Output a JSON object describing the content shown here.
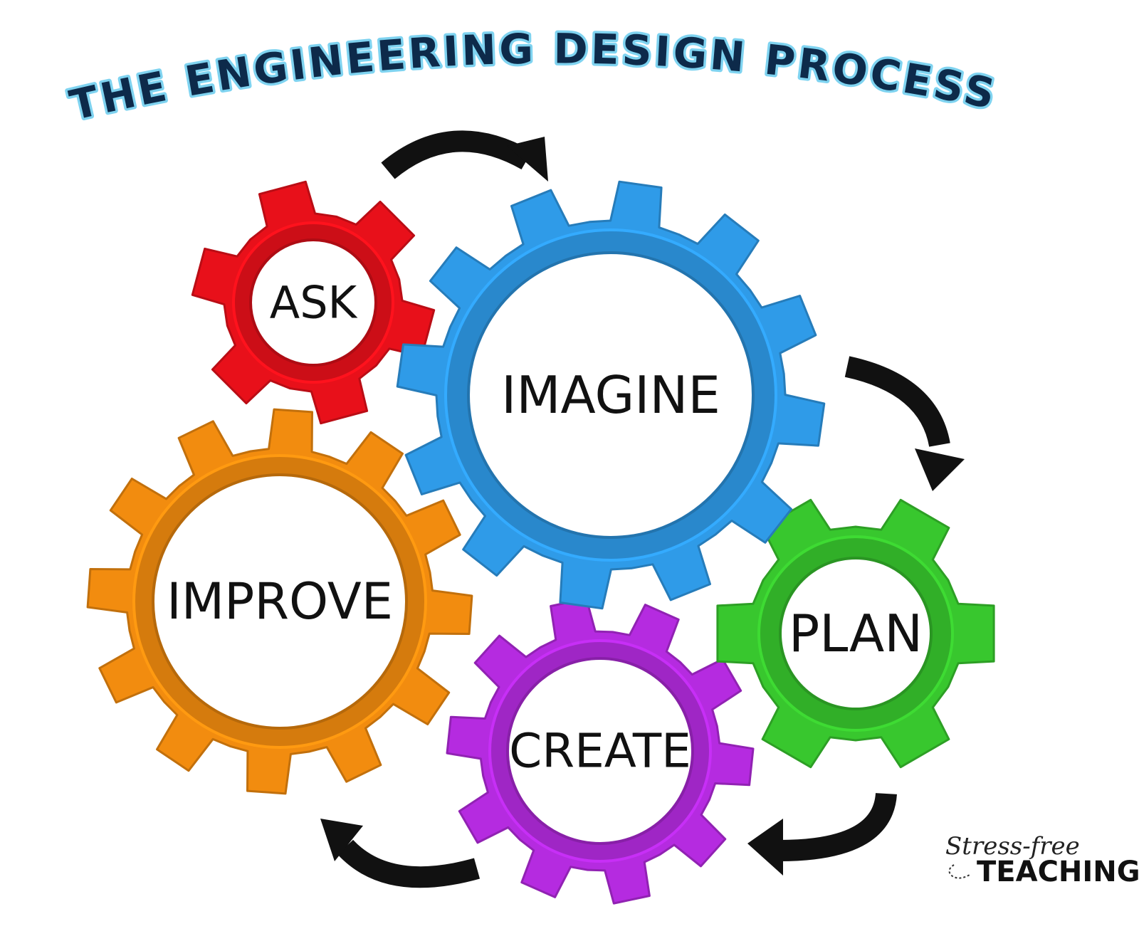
{
  "title": "THE ENGINEERING DESIGN PROCESS",
  "steps": [
    {
      "id": "ask",
      "label": "ASK",
      "color": "#e8101a"
    },
    {
      "id": "imagine",
      "label": "IMAGINE",
      "color": "#2f9be8"
    },
    {
      "id": "plan",
      "label": "PLAN",
      "color": "#38c72e"
    },
    {
      "id": "create",
      "label": "CREATE",
      "color": "#b52be0"
    },
    {
      "id": "improve",
      "label": "IMPROVE",
      "color": "#f28c0f"
    }
  ],
  "logo": {
    "line1": "Stress-free",
    "line2": "TEACHING"
  },
  "colors": {
    "title_fill": "#0d2a4a",
    "title_outline": "#7fd3f0",
    "arrow": "#111111"
  }
}
